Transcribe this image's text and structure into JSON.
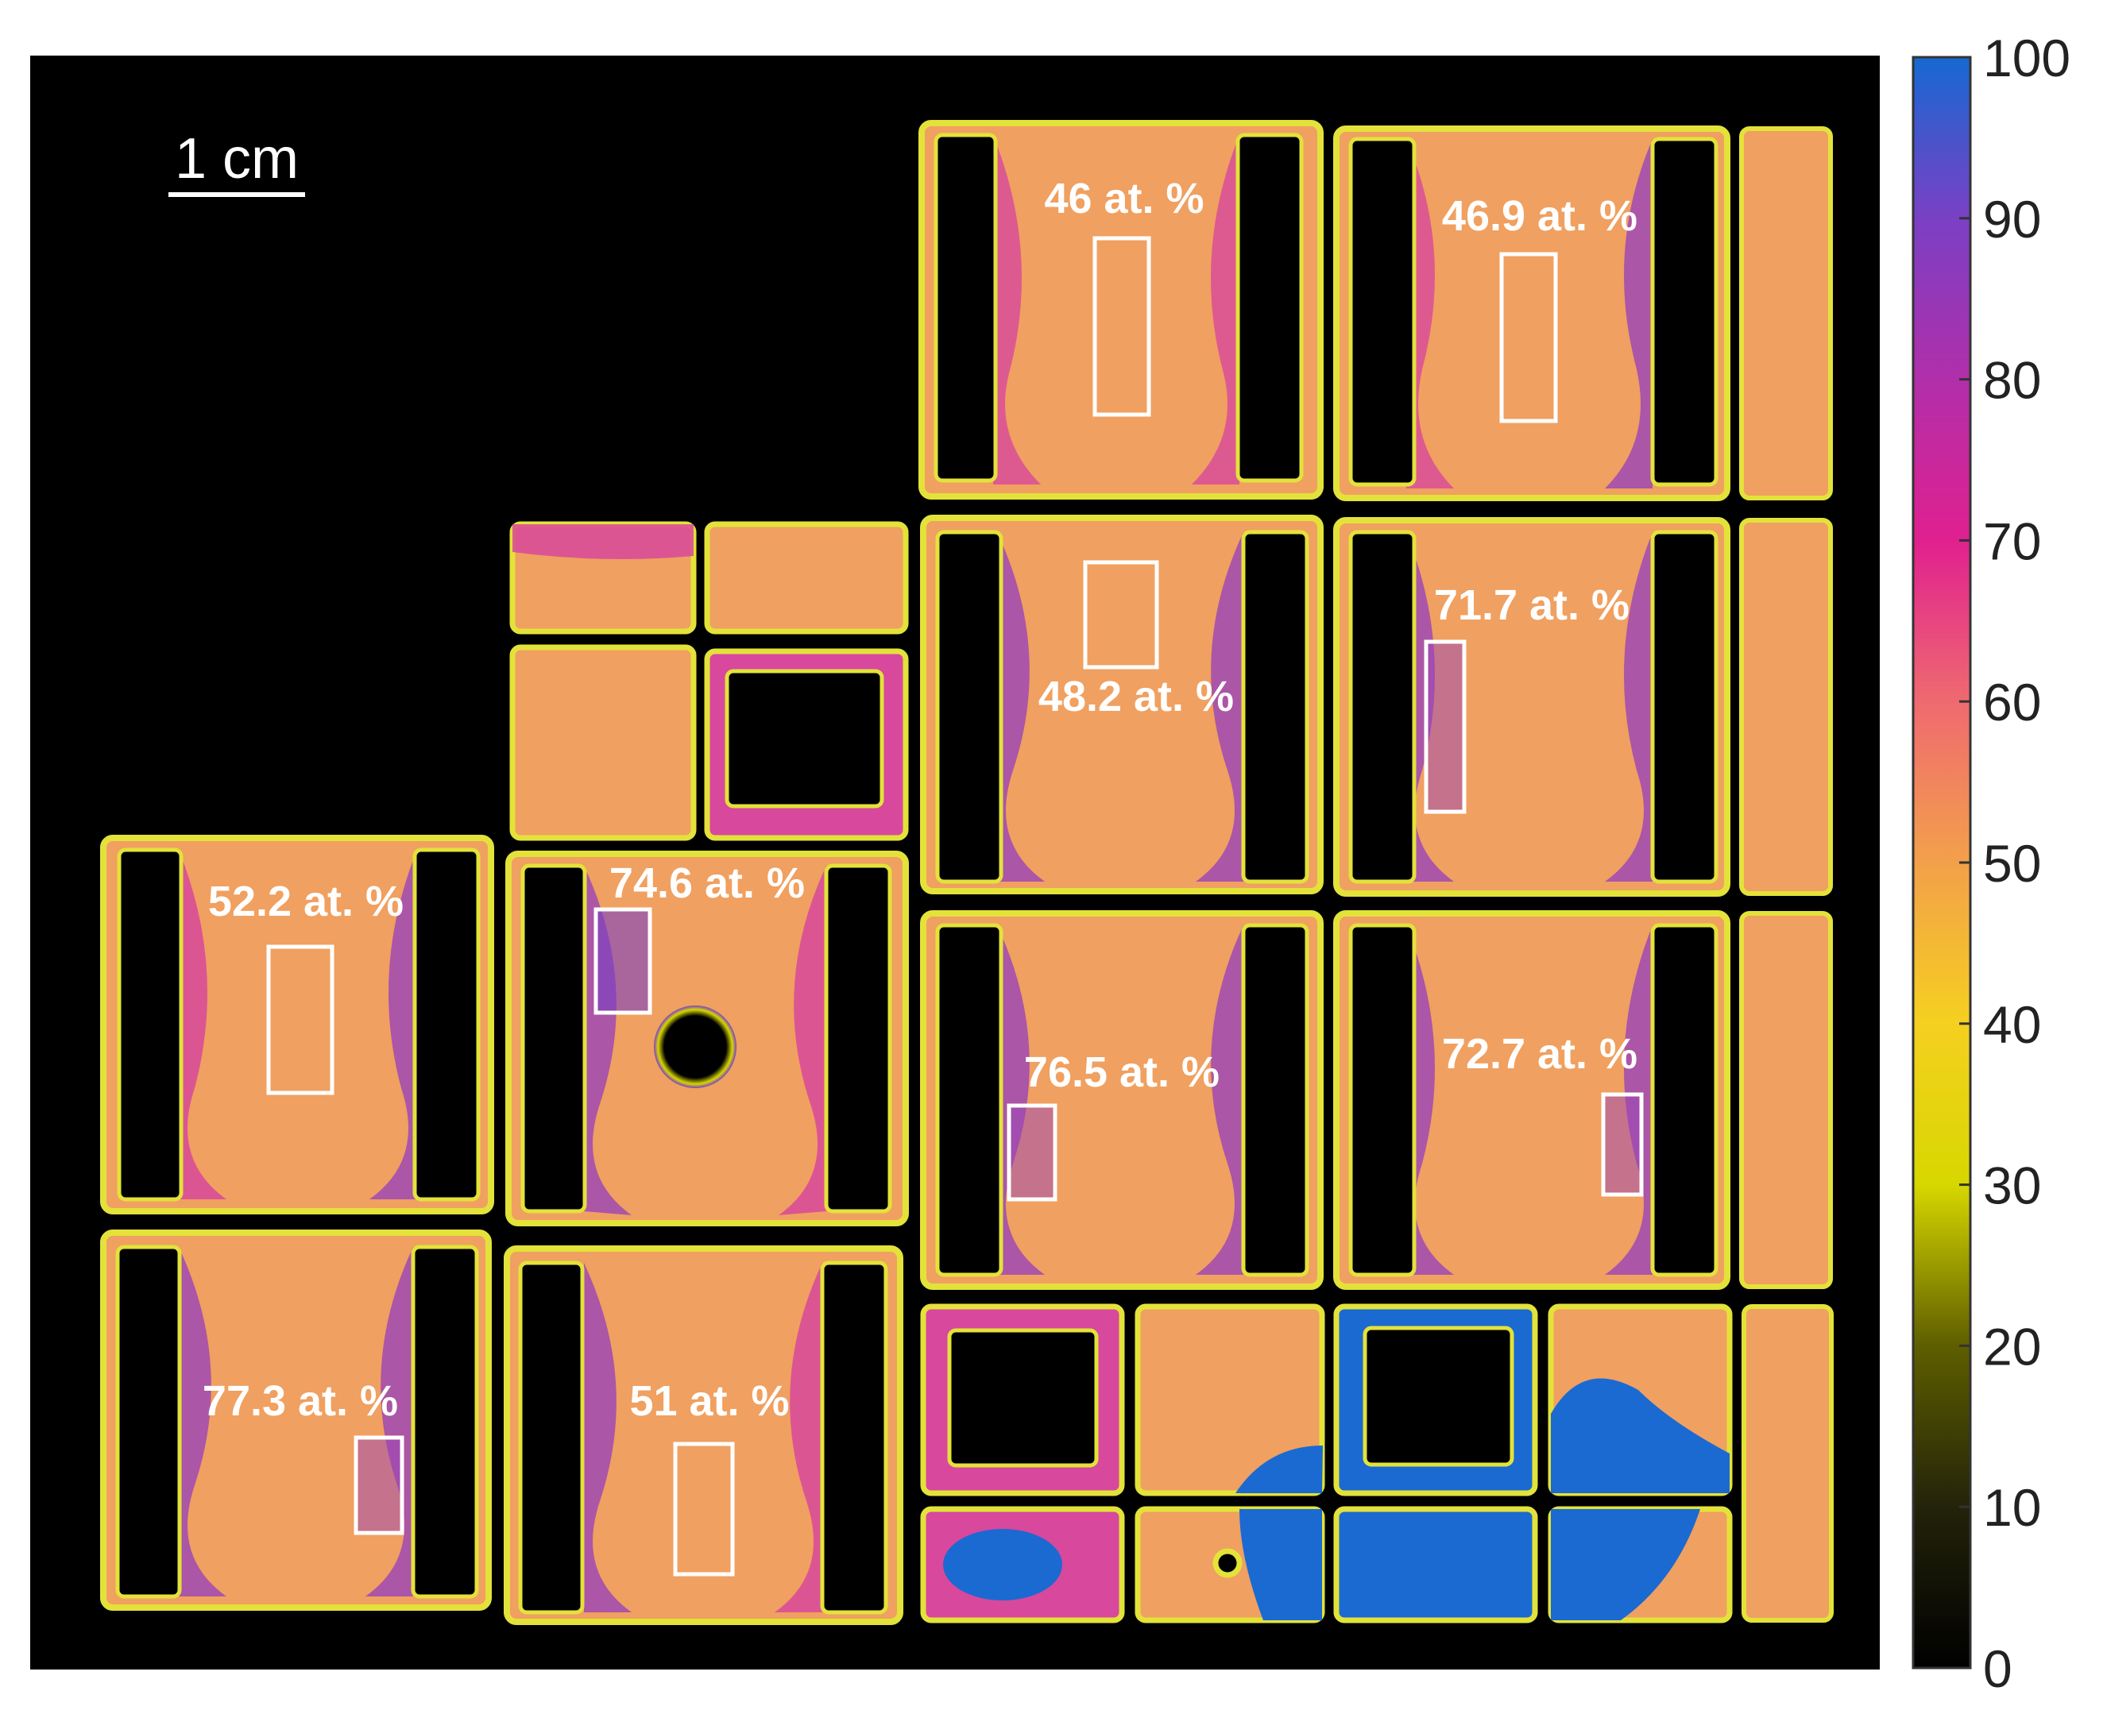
{
  "scale_bar": {
    "label": "1 cm"
  },
  "colorbar": {
    "ticks": [
      "0",
      "10",
      "20",
      "30",
      "40",
      "50",
      "60",
      "70",
      "80",
      "90",
      "100"
    ],
    "stops": [
      "#000000",
      "#23230a",
      "#5e5e00",
      "#b9b900",
      "#f5e21a",
      "#f3a04a",
      "#ef6a70",
      "#e0208f",
      "#b12faa",
      "#7a40c4",
      "#1669d2"
    ]
  },
  "colors": {
    "background": "#000000",
    "matrix_orange": "#f0a060",
    "rim_yellow": "#e3e23a",
    "magenta_band": "#d8489c",
    "violet_band": "#9a44b8",
    "blue_region": "#1a6ad2",
    "roi_box": "#ffffff"
  },
  "labels": {
    "l1": "46 at. %",
    "l2": "46.9 at. %",
    "l3": "48.2 at. %",
    "l4": "71.7 at. %",
    "l5": "52.2 at. %",
    "l6": "74.6 at. %",
    "l7": "76.5 at. %",
    "l8": "72.7 at. %",
    "l9": "77.3 at. %",
    "l10": "51 at. %"
  }
}
